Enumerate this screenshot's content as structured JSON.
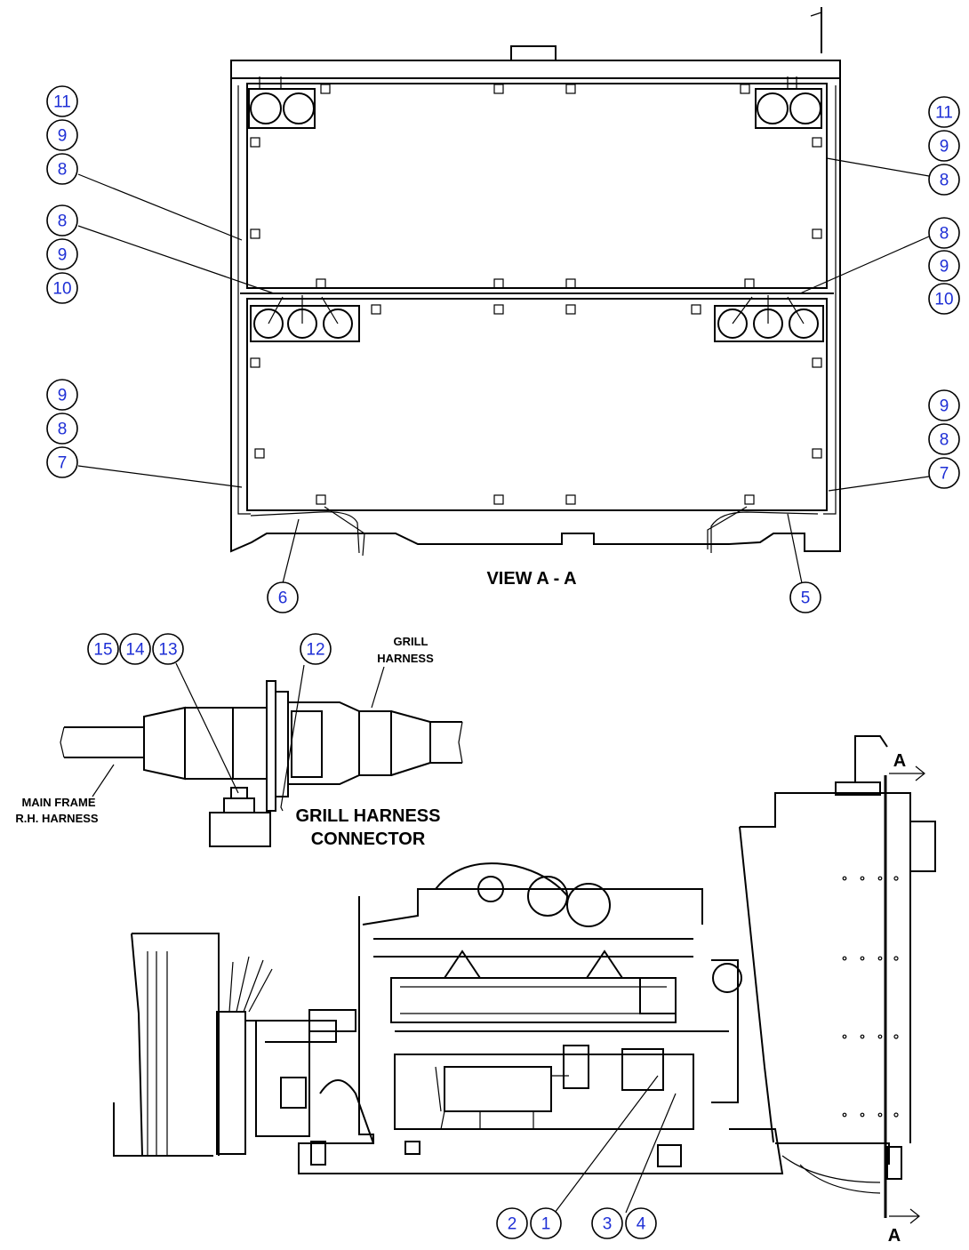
{
  "labels": {
    "view_title": "VIEW A - A",
    "grill_harness": [
      "GRILL",
      "HARNESS"
    ],
    "main_frame_harness": [
      "MAIN FRAME",
      "R.H. HARNESS"
    ],
    "grill_connector": [
      "GRILL HARNESS",
      "CONNECTOR"
    ],
    "section_marker": "A"
  },
  "callouts": {
    "left_top": [
      "11",
      "9",
      "8"
    ],
    "left_mid": [
      "8",
      "9",
      "10"
    ],
    "left_low": [
      "9",
      "8",
      "7"
    ],
    "right_top": [
      "11",
      "9",
      "8"
    ],
    "right_mid": [
      "8",
      "9",
      "10"
    ],
    "right_low": [
      "9",
      "8",
      "7"
    ],
    "bottom_view": [
      "6",
      "5"
    ],
    "connector": [
      "15",
      "14",
      "13",
      "12"
    ],
    "engine": [
      "2",
      "1",
      "3",
      "4"
    ]
  },
  "colors": {
    "callout_text": "#1e2fd6",
    "line": "#000000"
  }
}
